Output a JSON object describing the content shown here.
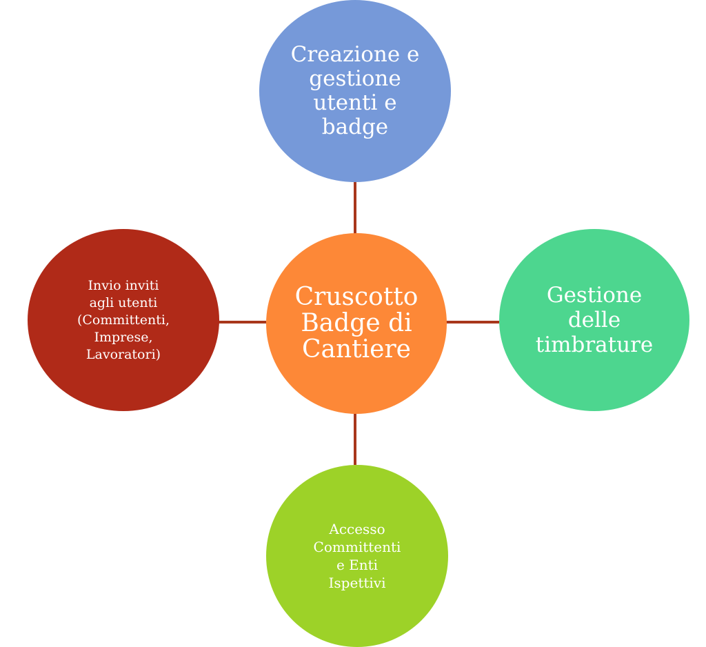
{
  "diagram": {
    "center": {
      "label": "Cruscotto\nBadge di\nCantiere",
      "color": "#fd8837"
    },
    "nodes": {
      "top": {
        "label": "Creazione e\ngestione\nutenti e\nbadge",
        "color": "#7699d9"
      },
      "left": {
        "label": "Invio inviti\nagli utenti\n(Committenti,\nImprese,\nLavoratori)",
        "color": "#b02a18"
      },
      "right": {
        "label": "Gestione\ndelle\ntimbrature",
        "color": "#4dd68f"
      },
      "bottom": {
        "label": "Accesso\nCommittenti\ne Enti\nIspettivi",
        "color": "#9dd228"
      }
    },
    "connector_color": "#a8371c"
  }
}
